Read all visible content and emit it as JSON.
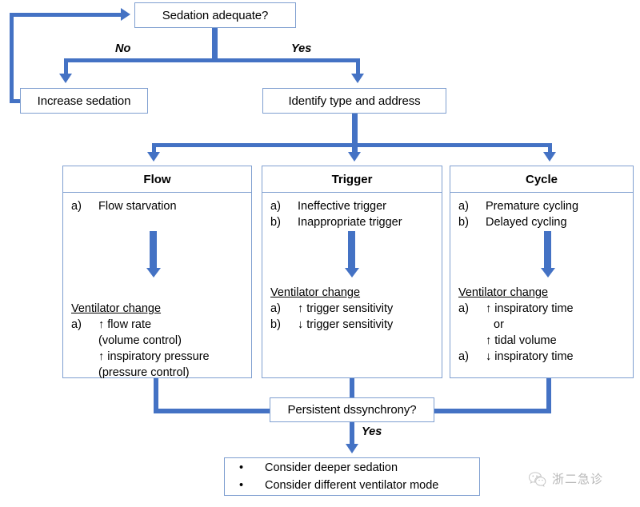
{
  "theme": {
    "connector_color": "#4472C4",
    "box_border_color": "#7F9FD0",
    "background": "#FFFFFF",
    "text_color": "#000000"
  },
  "nodes": {
    "sedation_question": "Sedation adequate?",
    "increase_sedation": "Increase sedation",
    "identify": "Identify type and address",
    "persistent": "Persistent dssynchrony?"
  },
  "edge_labels": {
    "no": "No",
    "yes": "Yes",
    "yes_bottom": "Yes"
  },
  "columns": [
    {
      "id": "flow",
      "header": "Flow",
      "problems": [
        {
          "mark": "a)",
          "text": "Flow starvation"
        }
      ],
      "change_title": "Ventilator change",
      "changes": [
        {
          "mark": "a)",
          "text": "↑ flow rate"
        },
        {
          "mark": "",
          "text": "(volume control)"
        },
        {
          "mark": "",
          "text": "↑ inspiratory pressure"
        },
        {
          "mark": "",
          "text": "(pressure control)"
        }
      ]
    },
    {
      "id": "trigger",
      "header": "Trigger",
      "problems": [
        {
          "mark": "a)",
          "text": "Ineffective trigger"
        },
        {
          "mark": "b)",
          "text": "Inappropriate trigger"
        }
      ],
      "change_title": "Ventilator change",
      "changes": [
        {
          "mark": "a)",
          "text": "↑ trigger sensitivity"
        },
        {
          "mark": "b)",
          "text": "↓ trigger sensitivity"
        }
      ]
    },
    {
      "id": "cycle",
      "header": "Cycle",
      "problems": [
        {
          "mark": "a)",
          "text": "Premature cycling"
        },
        {
          "mark": "b)",
          "text": "Delayed cycling"
        }
      ],
      "change_title": "Ventilator change",
      "changes": [
        {
          "mark": "a)",
          "text": "↑ inspiratory time"
        },
        {
          "mark": "",
          "text": "or"
        },
        {
          "mark": "",
          "text": "↑ tidal volume"
        },
        {
          "mark": "a)",
          "text": "↓ inspiratory time"
        }
      ]
    }
  ],
  "final_box": {
    "bullet": "•",
    "items": [
      "Consider deeper sedation",
      "Consider different ventilator mode"
    ]
  },
  "watermark": {
    "icon": "wechat-icon",
    "text": "浙二急诊"
  }
}
